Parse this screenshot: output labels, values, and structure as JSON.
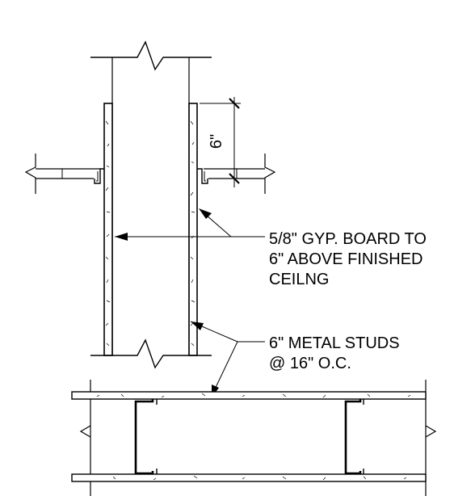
{
  "dimension": {
    "value": "6\""
  },
  "notes": {
    "gyp_board": {
      "line1": "5/8\" GYP. BOARD TO",
      "line2": "6\" ABOVE FINISHED",
      "line3": "CEILNG"
    },
    "studs": {
      "line1": "6\" METAL STUDS",
      "line2": "@ 16\" O.C."
    }
  },
  "colors": {
    "line": "#000000",
    "background": "#ffffff"
  }
}
